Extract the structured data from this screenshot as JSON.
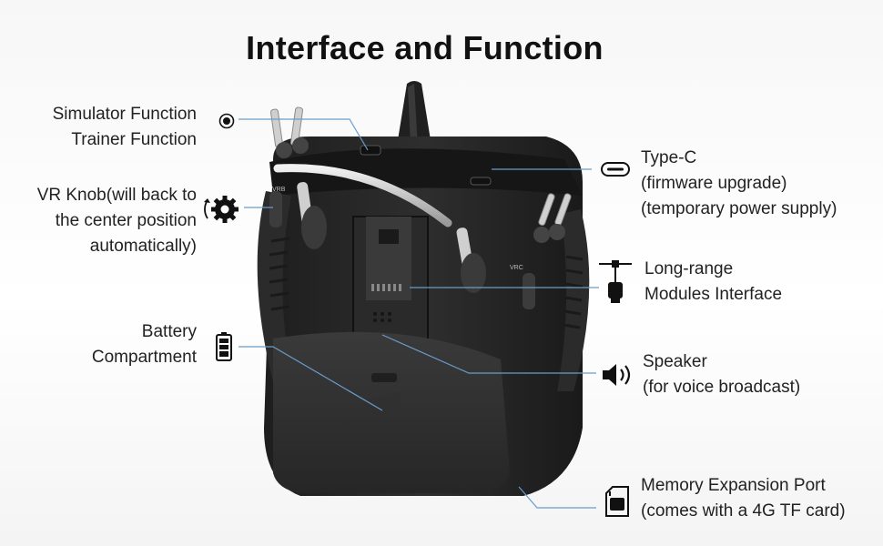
{
  "title": "Interface and Function",
  "accent_line_color": "#6a9ccc",
  "labels": {
    "simulator": {
      "line1": "Simulator Function",
      "line2": "Trainer Function",
      "icon": "jack-icon"
    },
    "vr_knob": {
      "line1": "VR Knob(will back to",
      "line2": "the center position",
      "line3": "automatically)",
      "icon": "gear-rotate-icon"
    },
    "battery": {
      "line1": "Battery",
      "line2": "Compartment",
      "icon": "battery-icon"
    },
    "typec": {
      "line1": "Type-C",
      "line2": "(firmware upgrade)",
      "line3": "(temporary power supply)",
      "icon": "usb-c-icon"
    },
    "longrange": {
      "line1": "Long-range",
      "line2": "Modules Interface",
      "icon": "antenna-module-icon"
    },
    "speaker": {
      "line1": "Speaker",
      "line2": "(for voice broadcast)",
      "icon": "speaker-icon"
    },
    "memory": {
      "line1": "Memory Expansion Port",
      "line2": "(comes with a 4G TF card)",
      "icon": "sd-card-icon"
    }
  },
  "device_marks": {
    "vrb": "VRB",
    "vrc": "VRC"
  }
}
